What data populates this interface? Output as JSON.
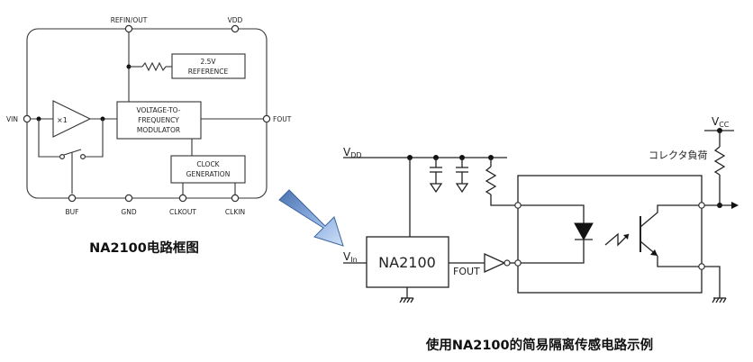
{
  "left_diagram": {
    "pins": {
      "refin_out": "REFIN/OUT",
      "vdd": "VDD",
      "vin": "VIN",
      "fout": "FOUT",
      "buf": "BUF",
      "gnd": "GND",
      "clkout": "CLKOUT",
      "clkin": "CLKIN"
    },
    "blocks": {
      "reference_line1": "2.5V",
      "reference_line2": "REFERENCE",
      "vfc_line1": "VOLTAGE-TO-",
      "vfc_line2": "FREQUENCY",
      "vfc_line3": "MODULATOR",
      "clock_line1": "CLOCK",
      "clock_line2": "GENERATION",
      "buffer_gain": "×1"
    },
    "caption": "NA2100电路框图"
  },
  "right_diagram": {
    "vdd_main": "V",
    "vdd_sub": "DD",
    "vin_main": "V",
    "vin_sub": "In",
    "vcc_main": "V",
    "vcc_sub": "CC",
    "ic_label": "NA2100",
    "fout_label": "FOUT",
    "collector_load_label": "コレクタ負荷",
    "caption": "使用NA2100的简易隔离传感电路示例"
  }
}
